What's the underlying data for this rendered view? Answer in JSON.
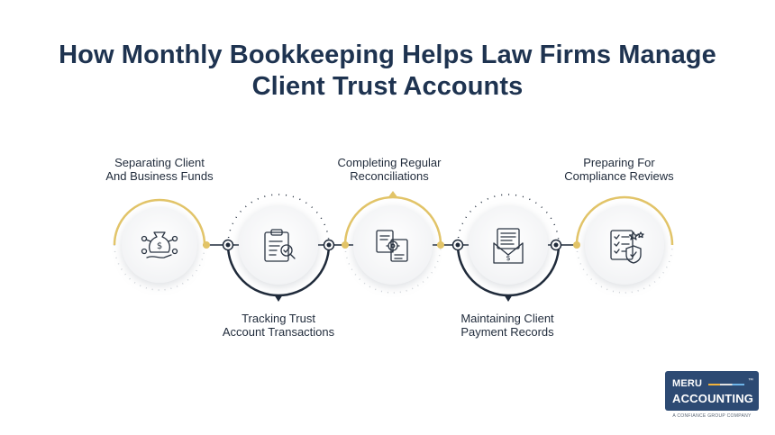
{
  "title": {
    "line1": "How Monthly Bookkeeping Helps Law Firms Manage",
    "line2": "Client Trust Accounts"
  },
  "steps": [
    {
      "label_lines": [
        "Separating Client",
        "And Business Funds"
      ],
      "icon": "money-bag-network-icon",
      "label_position": "top"
    },
    {
      "label_lines": [
        "Tracking Trust",
        "Account Transactions"
      ],
      "icon": "clipboard-magnifier-icon",
      "label_position": "bottom"
    },
    {
      "label_lines": [
        "Completing Regular",
        "Reconciliations"
      ],
      "icon": "documents-gear-icon",
      "label_position": "top"
    },
    {
      "label_lines": [
        "Maintaining Client",
        "Payment Records"
      ],
      "icon": "envelope-invoice-icon",
      "label_position": "bottom"
    },
    {
      "label_lines": [
        "Preparing For",
        "Compliance Reviews"
      ],
      "icon": "checklist-shield-icon",
      "label_position": "top"
    }
  ],
  "colors": {
    "title": "#1e3350",
    "connector": "#1f2a3a",
    "accent_gold": "#e2c468",
    "brand_bg": "#2d4a73"
  },
  "brand": {
    "name_top": "MERU",
    "name_bottom": "ACCOUNTING",
    "trademark": "™",
    "tagline": "A CONFIANCE GROUP COMPANY"
  }
}
